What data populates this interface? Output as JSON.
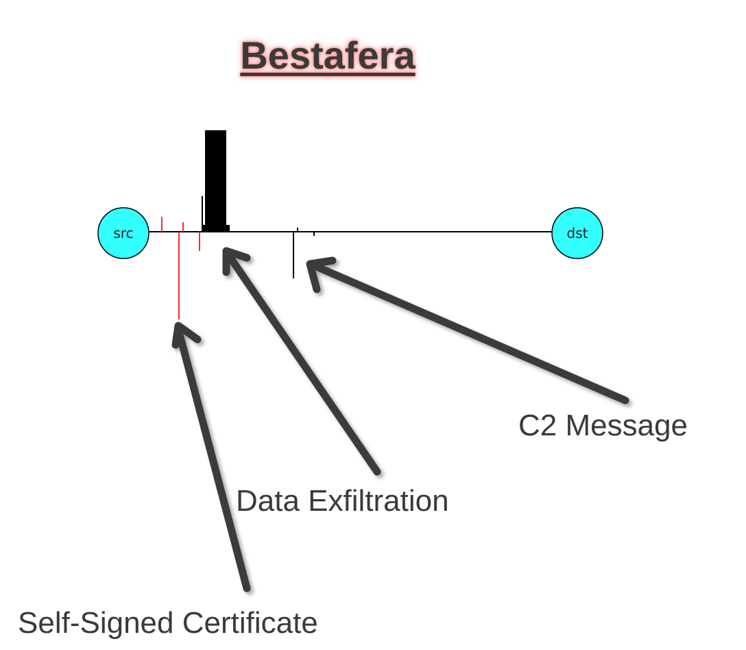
{
  "title": "Bestafera",
  "nodes": {
    "source": {
      "label": "src"
    },
    "destination": {
      "label": "dst"
    }
  },
  "annotations": {
    "c2_message": "C2 Message",
    "data_exfiltration": "Data Exfiltration",
    "self_signed_certificate": "Self-Signed Certificate"
  },
  "colors": {
    "node_fill": "#33ffff",
    "tls_marks": "#ff2a2a",
    "flow_marks": "#000000",
    "arrow": "#3a3a3a",
    "title_glow": "#ff8a8a"
  }
}
